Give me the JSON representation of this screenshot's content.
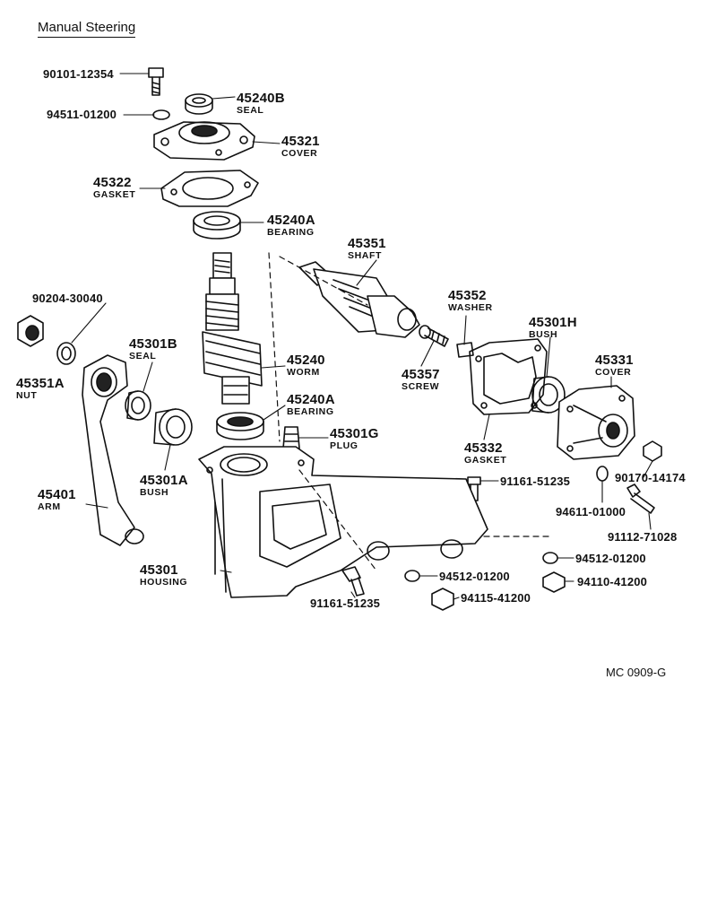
{
  "title": "Manual Steering",
  "code": "MC  0909-G",
  "parts": [
    {
      "number": "90101-12354",
      "name": ""
    },
    {
      "number": "45240B",
      "name": "SEAL"
    },
    {
      "number": "94511-01200",
      "name": ""
    },
    {
      "number": "45321",
      "name": "COVER"
    },
    {
      "number": "45322",
      "name": "GASKET"
    },
    {
      "number": "45240A",
      "name": "BEARING"
    },
    {
      "number": "45351",
      "name": "SHAFT"
    },
    {
      "number": "90204-30040",
      "name": ""
    },
    {
      "number": "45352",
      "name": "WASHER"
    },
    {
      "number": "45301H",
      "name": "BUSH"
    },
    {
      "number": "45301B",
      "name": "SEAL"
    },
    {
      "number": "45240",
      "name": "WORM"
    },
    {
      "number": "45331",
      "name": "COVER"
    },
    {
      "number": "45351A",
      "name": "NUT"
    },
    {
      "number": "45357",
      "name": "SCREW"
    },
    {
      "number": "45240A",
      "name": "BEARING"
    },
    {
      "number": "45301G",
      "name": "PLUG"
    },
    {
      "number": "45332",
      "name": "GASKET"
    },
    {
      "number": "90170-14174",
      "name": ""
    },
    {
      "number": "45301A",
      "name": "BUSH"
    },
    {
      "number": "91161-51235",
      "name": ""
    },
    {
      "number": "45401",
      "name": "ARM"
    },
    {
      "number": "94611-01000",
      "name": ""
    },
    {
      "number": "91112-71028",
      "name": ""
    },
    {
      "number": "94512-01200",
      "name": ""
    },
    {
      "number": "45301",
      "name": "HOUSING"
    },
    {
      "number": "94512-01200",
      "name": ""
    },
    {
      "number": "94110-41200",
      "name": ""
    },
    {
      "number": "94115-41200",
      "name": ""
    },
    {
      "number": "91161-51235",
      "name": ""
    }
  ]
}
